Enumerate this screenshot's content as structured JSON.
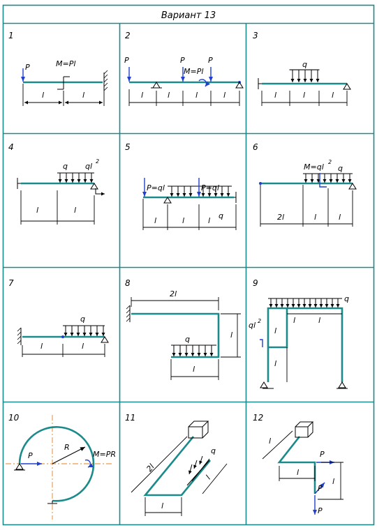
{
  "title": "Вариант 13",
  "cells": [
    {
      "num": "1",
      "labels": {
        "P": "P",
        "M": "M=Pl",
        "l1": "l",
        "l2": "l"
      }
    },
    {
      "num": "2",
      "labels": {
        "P1": "P",
        "P2": "P",
        "P3": "P",
        "M": "M=Pl",
        "l1": "l",
        "l2": "l",
        "l3": "l",
        "l4": "l"
      }
    },
    {
      "num": "3",
      "labels": {
        "q": "q",
        "l1": "l",
        "l2": "l",
        "l3": "l"
      }
    },
    {
      "num": "4",
      "labels": {
        "q": "q",
        "M": "ql",
        "exp": "2",
        "l1": "l",
        "l2": "l"
      }
    },
    {
      "num": "5",
      "labels": {
        "P1": "P=ql",
        "P2": "P=ql",
        "q": "q",
        "l1": "l",
        "l2": "l",
        "l3": "l"
      }
    },
    {
      "num": "6",
      "labels": {
        "M": "M=ql",
        "exp": "2",
        "q": "q",
        "l1": "2l",
        "l2": "l",
        "l3": "l"
      }
    },
    {
      "num": "7",
      "labels": {
        "q": "q",
        "l1": "l",
        "l2": "l"
      }
    },
    {
      "num": "8",
      "labels": {
        "top": "2l",
        "q": "q",
        "side": "l",
        "bottom": "l"
      }
    },
    {
      "num": "9",
      "labels": {
        "q": "q",
        "M": "ql",
        "exp": "2",
        "l1": "l",
        "l2": "l",
        "v1": "l",
        "v2": "l"
      }
    },
    {
      "num": "10",
      "labels": {
        "P": "P",
        "R": "R",
        "M": "M=PR"
      }
    },
    {
      "num": "11",
      "labels": {
        "l2": "2l",
        "q": "q",
        "lq": "l",
        "lb": "l"
      }
    },
    {
      "num": "12",
      "labels": {
        "l1": "l",
        "P1": "P",
        "l2": "l",
        "l3": "l",
        "P2": "P",
        "P3": "P"
      }
    }
  ]
}
